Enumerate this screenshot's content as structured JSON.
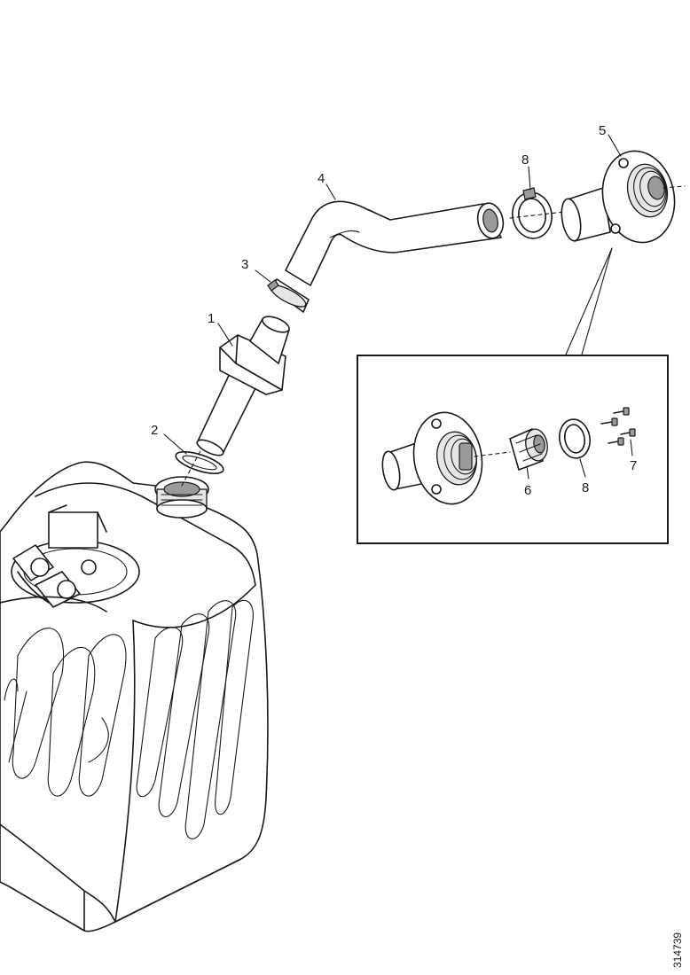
{
  "callouts": {
    "hose_upper": "4",
    "clamp_upper": "8",
    "filler_housing": "5",
    "clamp_lower": "3",
    "filler_pipe": "1",
    "gasket": "2",
    "detail_cap": "6",
    "detail_ring": "8",
    "detail_screws": "7"
  },
  "reference_number": "314739"
}
